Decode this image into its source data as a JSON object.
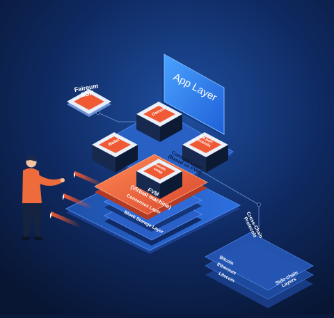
{
  "app_layer": {
    "label": "App Layer"
  },
  "sdk": {
    "line1": "Faireum",
    "line2": "SDK"
  },
  "modules": {
    "games": "Games",
    "wallet": "Wallet",
    "third_party": {
      "line1": "3rd part",
      "line2": "extends"
    },
    "assets": {
      "line1": "Assets",
      "line2": "swap"
    }
  },
  "contract_layer": {
    "line1": "Contract Layer",
    "line2": "(Based on FVM)"
  },
  "fvm": {
    "line1": "FVM",
    "line2": "(Virtual machine)"
  },
  "consensus_layer": "Consensus Layer",
  "block_storage_layer": "Block Storage Layer",
  "cross_chain": {
    "line1": "Cross-Chain",
    "line2": "Protocols"
  },
  "side_chains": [
    "Bitcoin",
    "Ethereum",
    "Litecoin"
  ],
  "side_chain_layers": {
    "line1": "Side-chain",
    "line2": "Layers"
  },
  "colors": {
    "background": "#0a1a3c",
    "panel_blue": "#2f7bea",
    "accent_orange": "#ef5a35",
    "server_dark": "#0d1a33",
    "person_shirt": "#ee6b3c"
  }
}
